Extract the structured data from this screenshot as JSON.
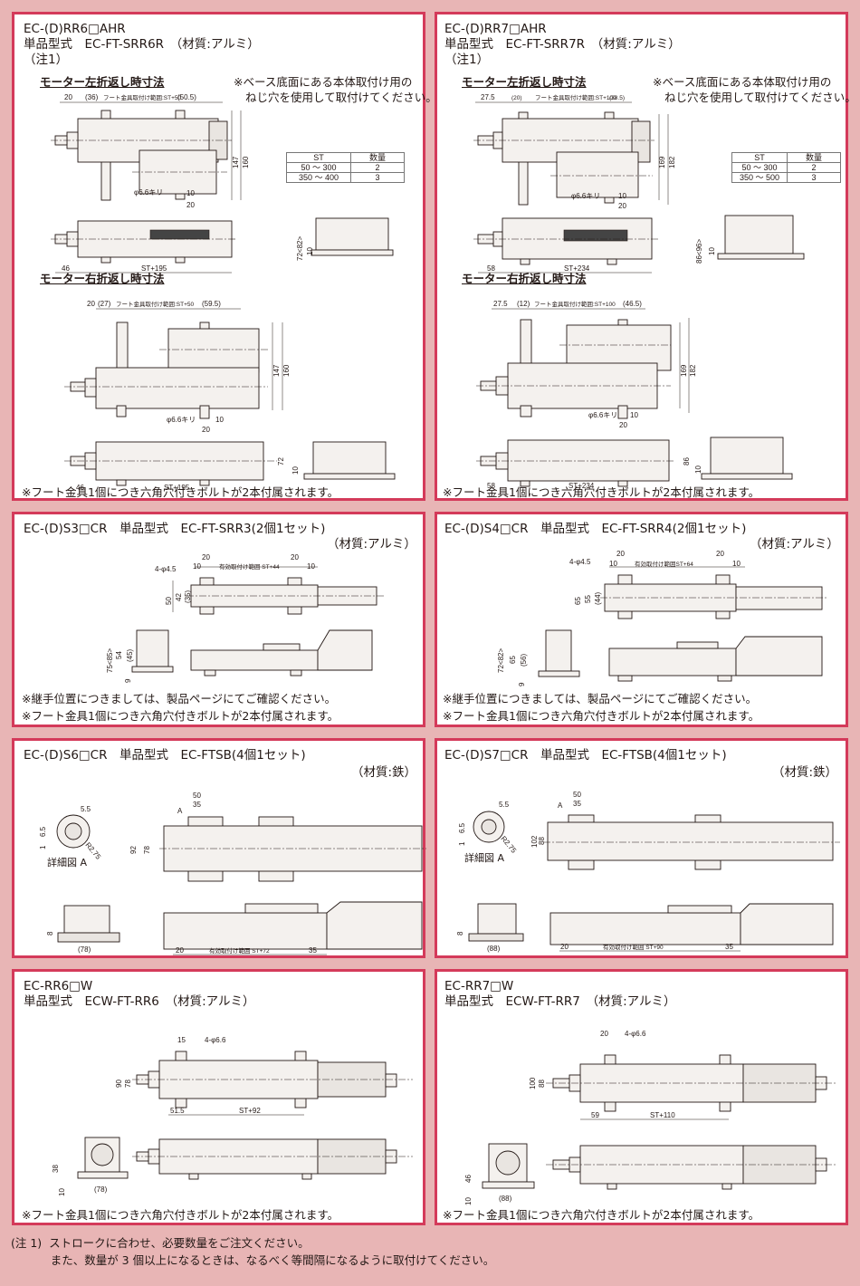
{
  "panels": {
    "rr6_ahr": {
      "model": "EC-(D)RR6□AHR",
      "part_line": "単品型式　EC-FT-SRR6R　（材質:アルミ）",
      "note_ref": "（注1）",
      "left_fold_title": "モーター左折返し時寸法",
      "base_note_1": "※ベース底面にある本体取付け用の",
      "base_note_2": "ねじ穴を使用して取付けてください。",
      "right_fold_title": "モーター右折返し時寸法",
      "qty_table": {
        "headers": [
          "ST",
          "数量"
        ],
        "rows": [
          [
            "50 ～ 300",
            "2"
          ],
          [
            "350 ～ 400",
            "3"
          ]
        ]
      },
      "dims_left": {
        "d20": "20",
        "d36": "(36)",
        "range": "フート金具取付け範囲:ST+50",
        "d50_5": "(50.5)",
        "h147": "147",
        "h160": "160",
        "hole": "φ6.6キリ",
        "d10": "10",
        "d20b": "20",
        "d46": "46",
        "st": "ST+195",
        "h72": "72<82>",
        "h10": "10"
      },
      "dims_right": {
        "d20": "20",
        "d27": "(27)",
        "range": "フート金具取付け範囲:ST+50",
        "d59_5": "(59.5)",
        "h147": "147",
        "h160": "160",
        "hole": "φ6.6キリ",
        "d10": "10",
        "d20b": "20",
        "d46": "46",
        "st": "ST+195",
        "h72": "72",
        "h10": "10"
      },
      "footer": "※フート金具1個につき六角穴付きボルトが2本付属されます。"
    },
    "rr7_ahr": {
      "model": "EC-(D)RR7□AHR",
      "part_line": "単品型式　EC-FT-SRR7R　（材質:アルミ）",
      "note_ref": "（注1）",
      "left_fold_title": "モーター左折返し時寸法",
      "base_note_1": "※ベース底面にある本体取付け用の",
      "base_note_2": "ねじ穴を使用して取付けてください。",
      "right_fold_title": "モーター右折返し時寸法",
      "qty_table": {
        "headers": [
          "ST",
          "数量"
        ],
        "rows": [
          [
            "50 ～ 300",
            "2"
          ],
          [
            "350 ～ 500",
            "3"
          ]
        ]
      },
      "dims_left": {
        "d27_5": "27.5",
        "d20": "(20)",
        "range": "フート金具取付け範囲:ST+100",
        "d38_5": "(38.5)",
        "h169": "169",
        "h182": "182",
        "hole": "φ6.6キリ",
        "d10": "10",
        "d20b": "20",
        "d58": "58",
        "st": "ST+234",
        "h86": "86<96>",
        "h10": "10"
      },
      "dims_right": {
        "d27_5": "27.5",
        "d12": "(12)",
        "range": "フート金具取付け範囲:ST+100",
        "d46_5": "(46.5)",
        "h169": "169",
        "h182": "182",
        "hole": "φ6.6キリ",
        "d10": "10",
        "d20b": "20",
        "d58": "58",
        "st": "ST+234",
        "h86": "86",
        "h10": "10"
      },
      "footer": "※フート金具1個につき六角穴付きボルトが2本付属されます。"
    },
    "s3_cr": {
      "title": "EC-(D)S3□CR　単品型式　EC-FT-SRR3(2個1セット)",
      "material": "（材質:アルミ）",
      "dims": {
        "hole": "4-φ4.5",
        "d20a": "20",
        "d10a": "10",
        "range": "有効取付け範囲 ST+44",
        "d20b": "20",
        "d10b": "10",
        "h50": "50",
        "h42": "42",
        "h35": "(35)",
        "h75": "75<85>",
        "h54": "54",
        "h45": "(45)",
        "h9": "9"
      },
      "note_1": "※継手位置につきましては、製品ページにてご確認ください。",
      "note_2": "※フート金具1個につき六角穴付きボルトが2本付属されます。"
    },
    "s4_cr": {
      "title": "EC-(D)S4□CR　単品型式　EC-FT-SRR4(2個1セット)",
      "material": "（材質:アルミ）",
      "dims": {
        "hole": "4-φ4.5",
        "d20a": "20",
        "d10a": "10",
        "range": "有効取付け範囲ST+64",
        "d20b": "20",
        "d10b": "10",
        "h65": "65",
        "h55": "55",
        "h44": "(44)",
        "h72": "72<82>",
        "h65b": "65",
        "h56": "(56)",
        "h9": "9"
      },
      "note_1": "※継手位置につきましては、製品ページにてご確認ください。",
      "note_2": "※フート金具1個につき六角穴付きボルトが2本付属されます。"
    },
    "s6_cr": {
      "title": "EC-(D)S6□CR　単品型式　EC-FTSB(4個1セット)",
      "material": "（材質:鉄）",
      "detail_label": "詳細図 A",
      "dims": {
        "d5_5": "5.5",
        "d6_5": "6.5",
        "d1": "1",
        "r": "R2.75",
        "d50": "50",
        "d35": "35",
        "a": "A",
        "h92": "92",
        "h78": "78",
        "h8": "8",
        "w78": "(78)",
        "d20": "20",
        "range": "有効取付け範囲 ST+72",
        "d35b": "35"
      }
    },
    "s7_cr": {
      "title": "EC-(D)S7□CR　単品型式　EC-FTSB(4個1セット)",
      "material": "（材質:鉄）",
      "detail_label": "詳細図 A",
      "dims": {
        "d5_5": "5.5",
        "d6_5": "6.5",
        "d1": "1",
        "r": "R2.75",
        "d50": "50",
        "d35": "35",
        "a": "A",
        "h102": "102",
        "h88": "88",
        "h8": "8",
        "w88": "(88)",
        "d20": "20",
        "range": "有効取付け範囲 ST+90",
        "d35b": "35"
      }
    },
    "rr6_w": {
      "model": "EC-RR6□W",
      "part_line": "単品型式　ECW-FT-RR6　（材質:アルミ）",
      "dims": {
        "d15": "15",
        "hole": "4-φ6.6",
        "h90": "90",
        "h78": "78",
        "d51_5": "51.5",
        "st": "ST+92",
        "h38": "38",
        "h10": "10",
        "w78": "(78)"
      },
      "footer": "※フート金具1個につき六角穴付きボルトが2本付属されます。"
    },
    "rr7_w": {
      "model": "EC-RR7□W",
      "part_line": "単品型式　ECW-FT-RR7　（材質:アルミ）",
      "dims": {
        "d20": "20",
        "hole": "4-φ6.6",
        "h100": "100",
        "h88": "88",
        "d59": "59",
        "st": "ST+110",
        "h46": "46",
        "h10": "10",
        "w88": "(88)"
      },
      "footer": "※フート金具1個につき六角穴付きボルトが2本付属されます。"
    }
  },
  "footnote": {
    "line_1": "(注 1)  ストロークに合わせ、必要数量をご注文ください。",
    "line_2": "           また、数量が 3 個以上になるときは、なるべく等間隔になるように取付けてください。"
  },
  "colors": {
    "background": "#e8b5b5",
    "panel_border": "#d43a5a",
    "panel_bg": "#ffffff",
    "ink": "#231815"
  }
}
